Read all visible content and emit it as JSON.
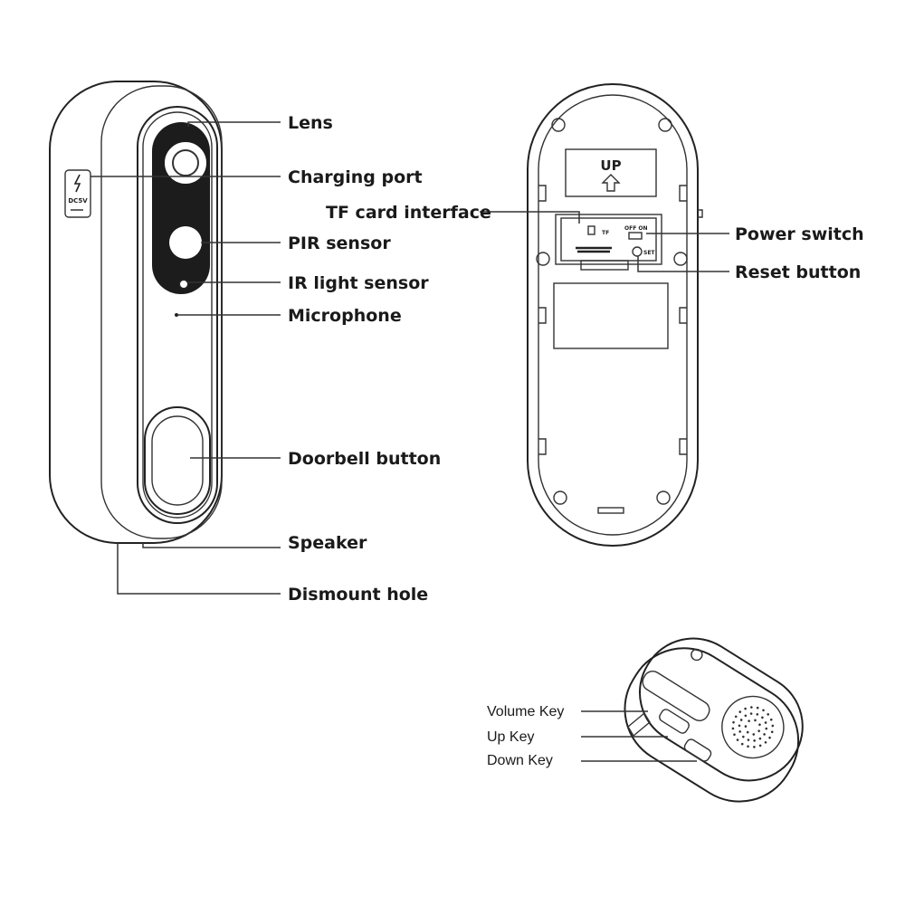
{
  "doorbell_front": {
    "side_port_text": "DC5V",
    "callouts": {
      "lens": "Lens",
      "charging_port": "Charging port",
      "pir_sensor": "PIR sensor",
      "ir_light_sensor": "IR light sensor",
      "microphone": "Microphone",
      "doorbell_button": "Doorbell button",
      "speaker": "Speaker",
      "dismount_hole": "Dismount hole"
    }
  },
  "doorbell_back": {
    "up_plate_text": "UP",
    "tf_slot_text": "TF",
    "switch_text": "OFF ON",
    "reset_text": "SET",
    "callouts": {
      "tf_card_interface": "TF card interface",
      "power_switch": "Power switch",
      "reset_button": "Reset button"
    }
  },
  "chime": {
    "callouts": {
      "volume_key": "Volume Key",
      "up_key": "Up Key",
      "down_key": "Down Key"
    }
  },
  "icons": [
    "lightning-icon",
    "up-arrow-icon",
    "sd-card-icon",
    "lock-icon"
  ],
  "colors": {
    "line": "#333333",
    "background": "#ffffff",
    "lens_dark": "#1c1c1c"
  }
}
